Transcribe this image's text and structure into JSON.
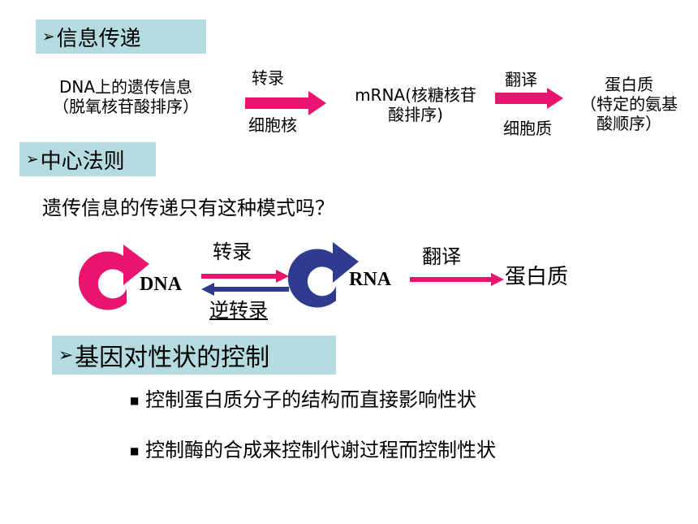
{
  "colors": {
    "header_bg": "#b4dce0",
    "arrow_pink": "#e8146e",
    "arrow_blue": "#2f3b8f"
  },
  "section1": {
    "bullet_icon": "triangle-bullet-icon",
    "title": "信息传递",
    "dna_line1": "DNA上的遗传信息",
    "dna_line2": "（脱氧核苷酸排序）",
    "transcription": "转录",
    "nucleus": "细胞核",
    "mrna_line1": "mRNA(核糖核苷",
    "mrna_line2": "酸排序)",
    "translation": "翻译",
    "cytoplasm": "细胞质",
    "protein_line1": "蛋白质",
    "protein_line2": "（特定的氨基",
    "protein_line3": "酸顺序）"
  },
  "section2": {
    "title": "中心法则",
    "question": "遗传信息的传递只有这种模式吗？",
    "dna": "DNA",
    "transcription": "转录",
    "reverse_transcription": "逆转录",
    "rna": "RNA",
    "translation": "翻译",
    "protein": "蛋白质"
  },
  "section3": {
    "title": "基因对性状的控制",
    "item1": "控制蛋白质分子的结构而直接影响性状",
    "item2": "控制酶的合成来控制代谢过程而控制性状"
  }
}
